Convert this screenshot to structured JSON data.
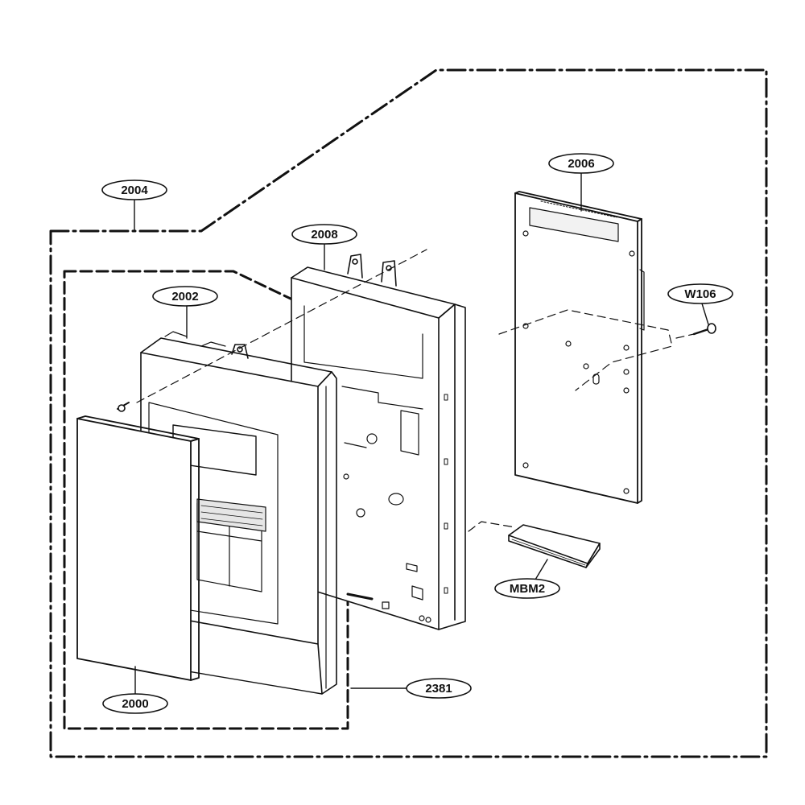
{
  "colors": {
    "line": "#111111",
    "panel": "#ffffff",
    "shade": "#d9d9d9"
  },
  "callouts": {
    "c2004": "2004",
    "c2008": "2008",
    "c2006": "2006",
    "c2002": "2002",
    "cW106": "W106",
    "cMBM2": "MBM2",
    "c2381": "2381",
    "c2000": "2000"
  }
}
